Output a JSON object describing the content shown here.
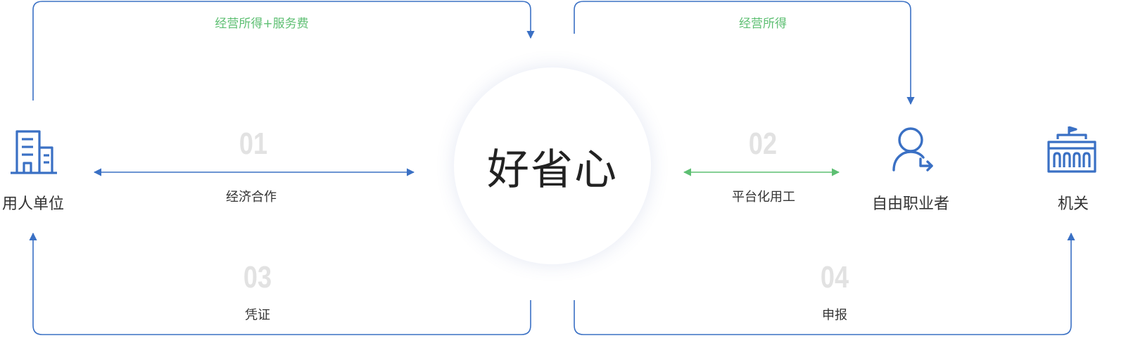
{
  "center": {
    "title": "好省心"
  },
  "entities": {
    "employer": {
      "label": "用人单位",
      "icon": "office-building-icon"
    },
    "freelancer": {
      "label": "自由职业者",
      "icon": "person-transfer-icon"
    },
    "authority": {
      "label": "机关",
      "icon": "government-building-icon"
    }
  },
  "flows": {
    "top_left": {
      "label": "经营所得+服务费"
    },
    "top_right": {
      "label": "经营所得"
    }
  },
  "steps": [
    {
      "number": "01",
      "label": "经济合作"
    },
    {
      "number": "02",
      "label": "平台化用工"
    },
    {
      "number": "03",
      "label": "凭证"
    },
    {
      "number": "04",
      "label": "申报"
    }
  ],
  "colors": {
    "line_blue": "#3a70c4",
    "arrow_green": "#5dbf72",
    "top_label_green": "#5dbf72",
    "number_gray": "#e2e2e2",
    "text_dark": "#333333"
  }
}
